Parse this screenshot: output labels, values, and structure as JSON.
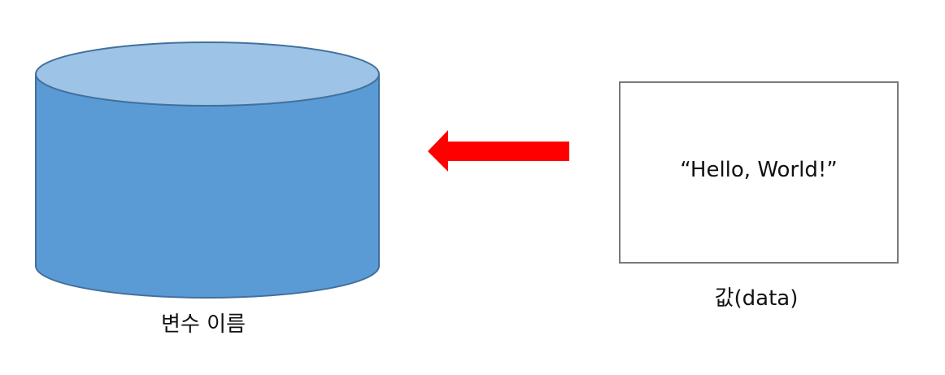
{
  "diagram": {
    "variable_name": "변수 이름",
    "value_text": "“Hello, World!”",
    "value_label": "값(data)"
  },
  "colors": {
    "cylinder_body": "#5b9bd5",
    "cylinder_top": "#9dc3e6",
    "cylinder_outline": "#41719c",
    "arrow": "#ff0000",
    "box_border": "#7a7a7a",
    "text": "#111111"
  }
}
